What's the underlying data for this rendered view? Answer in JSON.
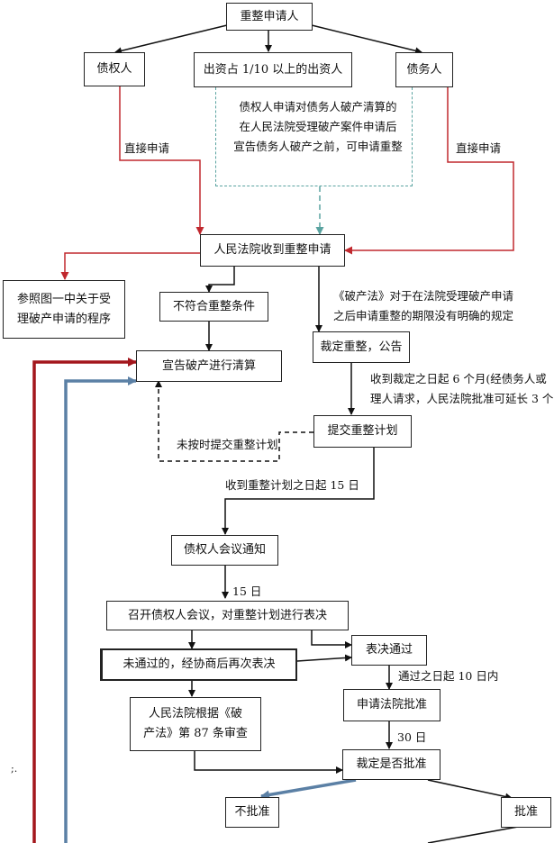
{
  "nodes": {
    "applicant": "重整申请人",
    "creditor": "债权人",
    "investor": "出资占 1/10 以上的出资人",
    "debtor": "债务人",
    "court_receive": "人民法院收到重整申请",
    "refer": [
      "参照图一中关于受",
      "理破产申请的程序"
    ],
    "not_qualified": "不符合重整条件",
    "bankrupt": "宣告破产进行清算",
    "ruling": "裁定重整，公告",
    "submit_plan": "提交重整计划",
    "notify": "债权人会议通知",
    "meeting": "召开债权人会议，对重整计划进行表决",
    "vote_passed": "表决通过",
    "not_passed": "未通过的，经协商后再次表决",
    "apply_approval": "申请法院批准",
    "court_review": [
      "人民法院根据《破",
      "产法》第 87 条审查"
    ],
    "ruling_approve": "裁定是否批准",
    "reject": "不批准",
    "approve": "批准"
  },
  "labels": {
    "investor_note": [
      "债权人申请对债务人破产清算的",
      "在人民法院受理破产案件申请后",
      "宣告债务人破产之前，可申请重整"
    ],
    "direct_left": "直接申请",
    "direct_right": "直接申请",
    "law_note": [
      "《破产法》对于在法院受理破产申请",
      "之后申请重整的期限没有明确的规定"
    ],
    "six_months": [
      "收到裁定之日起 6 个月(经债务人或",
      "理人请求，人民法院批准可延长 3 个"
    ],
    "not_on_time": "未按时提交重整计划",
    "fifteen_days_plan": "收到重整计划之日起 15 日",
    "fifteen_days": "15 日",
    "ten_days": "通过之日起 10 日内",
    "thirty_days": "30 日",
    "margin_mark": ";."
  },
  "colors": {
    "red": "#c0282e",
    "dark_red": "#a3161c",
    "steel_blue": "#5b80a5",
    "teal_dash": "#5aa3a0",
    "black": "#111111"
  }
}
